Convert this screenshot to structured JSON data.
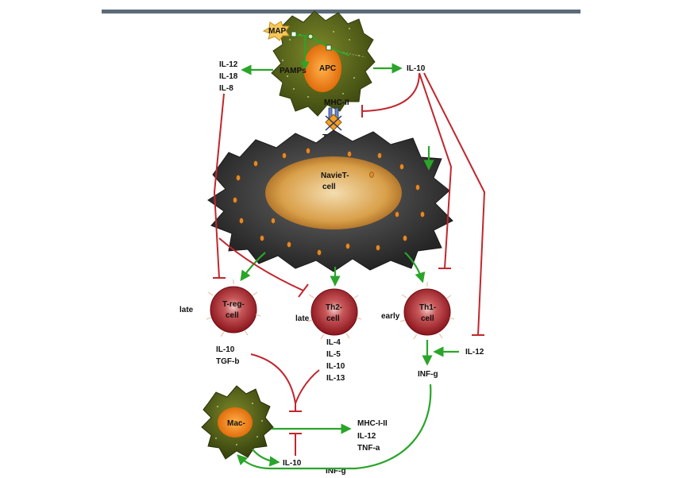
{
  "cells": {
    "apc": "APC",
    "map_tag": "MAP",
    "pamps": "PAMPs",
    "naive_line1": "NavieT-",
    "naive_line2": "cell",
    "treg_line1": "T-reg-",
    "treg_line2": "cell",
    "th2_line1": "Th2-",
    "th2_line2": "cell",
    "th1_line1": "Th1-",
    "th1_line2": "cell",
    "mac": "Mac-"
  },
  "receptors": {
    "mhc2": "MHC-II",
    "tcr": "TCR"
  },
  "apc_outputs": {
    "left": [
      "IL-12",
      "IL-18",
      "IL-8"
    ],
    "right": "IL-10"
  },
  "timing": {
    "treg": "late",
    "th2": "late",
    "th1": "early"
  },
  "treg_outputs": [
    "IL-10",
    "TGF-b"
  ],
  "th2_outputs": [
    "IL-4",
    "IL-5",
    "IL-10",
    "IL-13"
  ],
  "th1_inputs": {
    "il12": "IL-12",
    "output": "INF-g"
  },
  "mac_outputs": [
    "MHC-I-II",
    "IL-12",
    "TNF-a"
  ],
  "mac_bottom": {
    "il10": "IL-10",
    "infg": "INF-g"
  },
  "colors": {
    "activation": "#2aa52a",
    "inhibition": "#c0272d",
    "header_bar": "#5c6b78",
    "apc_body": "#5c6b1c",
    "apc_nucleus": "#f08a1c",
    "naive_body": "#3d3d3d",
    "naive_nucleus": "#d9a04a",
    "effector_cell": "#a8232a"
  }
}
